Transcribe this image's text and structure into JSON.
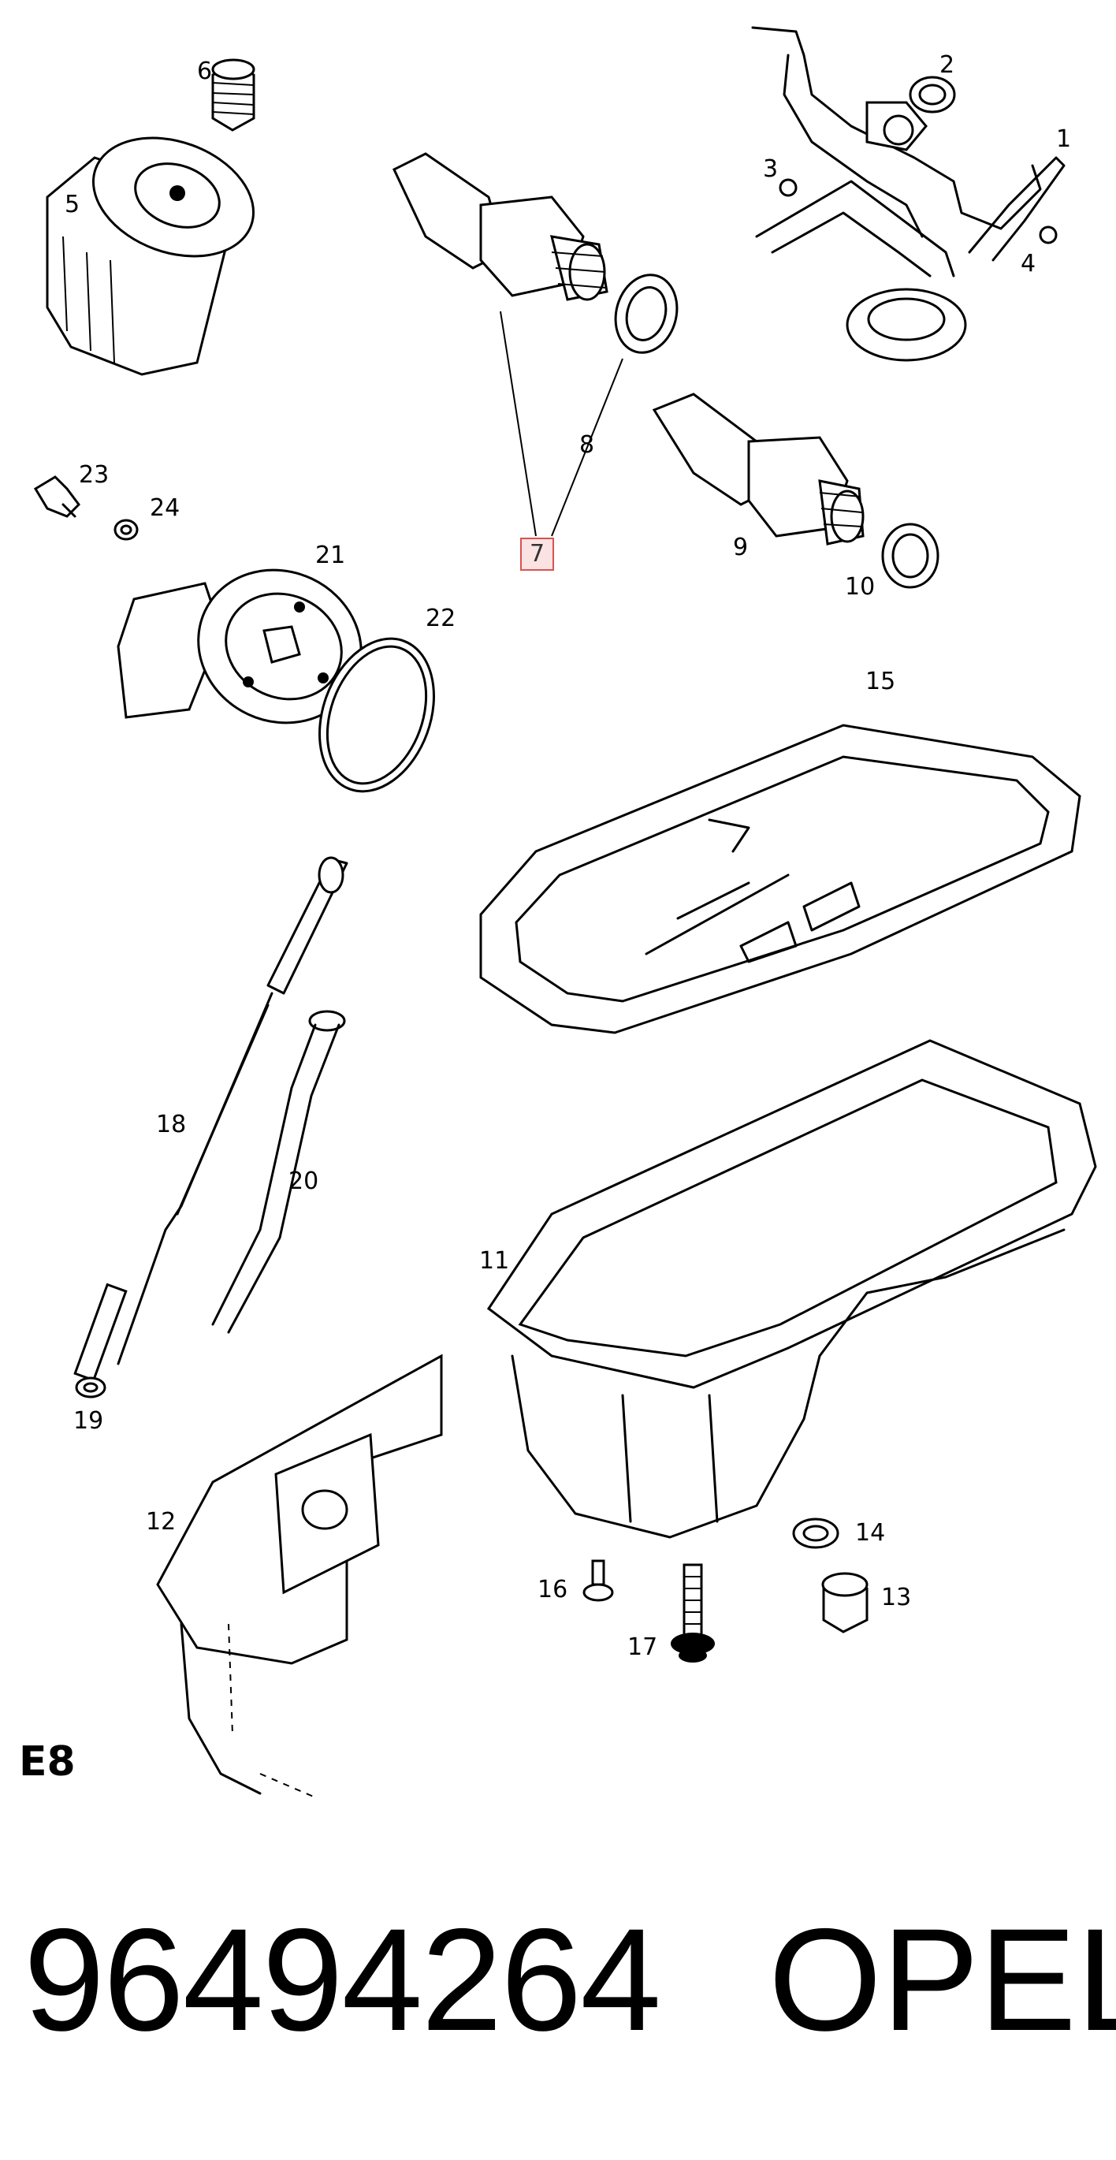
{
  "diagram": {
    "callouts": [
      {
        "id": "c1",
        "label": "1"
      },
      {
        "id": "c2",
        "label": "2"
      },
      {
        "id": "c3",
        "label": "3"
      },
      {
        "id": "c4",
        "label": "4"
      },
      {
        "id": "c5",
        "label": "5"
      },
      {
        "id": "c6",
        "label": "6"
      },
      {
        "id": "c7",
        "label": "7",
        "highlighted": true
      },
      {
        "id": "c8",
        "label": "8"
      },
      {
        "id": "c9",
        "label": "9"
      },
      {
        "id": "c10",
        "label": "10"
      },
      {
        "id": "c11",
        "label": "11"
      },
      {
        "id": "c12",
        "label": "12"
      },
      {
        "id": "c13",
        "label": "13"
      },
      {
        "id": "c14",
        "label": "14"
      },
      {
        "id": "c15",
        "label": "15"
      },
      {
        "id": "c16",
        "label": "16"
      },
      {
        "id": "c17",
        "label": "17"
      },
      {
        "id": "c18",
        "label": "18"
      },
      {
        "id": "c19",
        "label": "19"
      },
      {
        "id": "c20",
        "label": "20"
      },
      {
        "id": "c21",
        "label": "21"
      },
      {
        "id": "c22",
        "label": "22"
      },
      {
        "id": "c23",
        "label": "23"
      },
      {
        "id": "c24",
        "label": "24"
      }
    ],
    "section_code": "E8",
    "highlight_color": "#d9534f"
  },
  "footer": {
    "part_number": "96494264",
    "brand": "OPEL"
  }
}
